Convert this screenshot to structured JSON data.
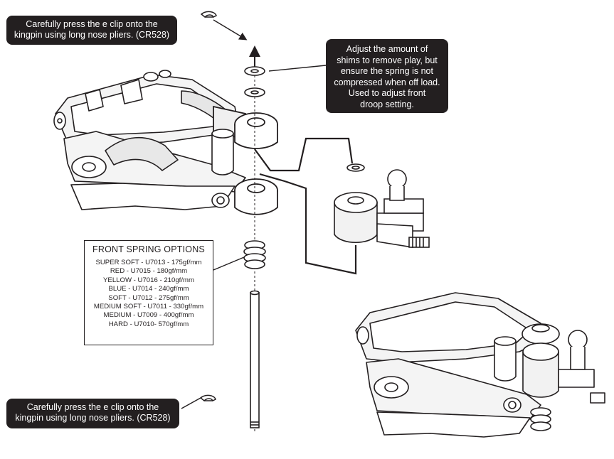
{
  "callouts": {
    "top": {
      "line1": "Carefully press the e clip onto the",
      "line2": "kingpin using long nose pliers. (CR528)"
    },
    "bottom": {
      "line1": "Carefully press the e clip onto the",
      "line2": "kingpin using long nose pliers. (CR528)"
    },
    "shims": {
      "line1": "Adjust the amount of",
      "line2": "shims to remove play, but",
      "line3": "ensure the spring is not",
      "line4": "compressed when off load.",
      "line5": "Used to adjust front",
      "line6": "droop setting."
    }
  },
  "spring_options": {
    "title": "FRONT SPRING OPTIONS",
    "items": [
      "SUPER SOFT - U7013 - 175gf/mm",
      "RED - U7015 - 180gf/mm",
      "YELLOW - U7016 - 210gf/mm",
      "BLUE - U7014 - 240gf/mm",
      "SOFT - U7012 - 275gf/mm",
      "MEDIUM SOFT - U7011 - 330gf/mm",
      "MEDIUM - U7009 - 400gf/mm",
      "HARD - U7010- 570gf/mm"
    ]
  },
  "colors": {
    "ink": "#231f20",
    "callout_bg": "#231f20",
    "callout_text": "#ffffff",
    "part_fill": "#ffffff",
    "part_shade": "#d9d9d9"
  },
  "icons": {
    "e_clip": "e-clip-icon",
    "arrow": "arrow-up-icon"
  }
}
